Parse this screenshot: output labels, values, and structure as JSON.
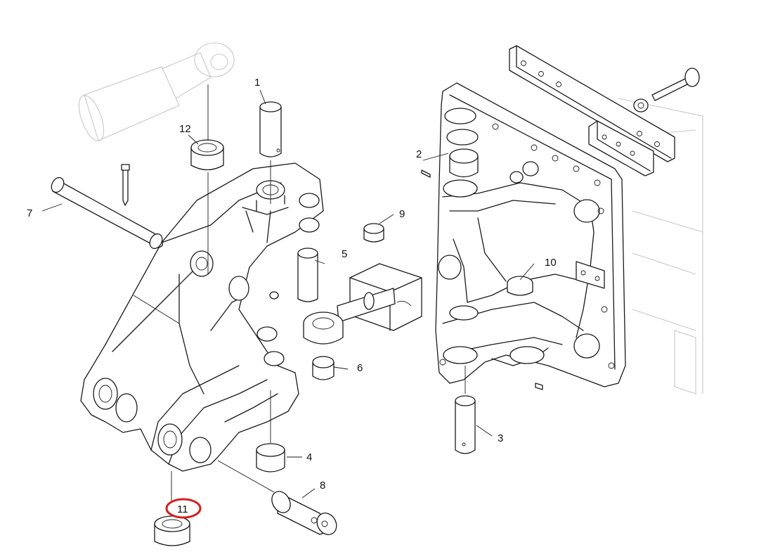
{
  "labels": {
    "p1": "1",
    "p2": "2",
    "p3": "3",
    "p4": "4",
    "p5": "5",
    "p6": "6",
    "p7": "7",
    "p8": "8",
    "p9": "9",
    "p10": "10",
    "p11": "11",
    "p12": "12"
  },
  "highlighted_label": "11",
  "colors": {
    "highlight": "#d42020",
    "line": "#1a1a1a",
    "ghost": "#c8c8c8"
  }
}
